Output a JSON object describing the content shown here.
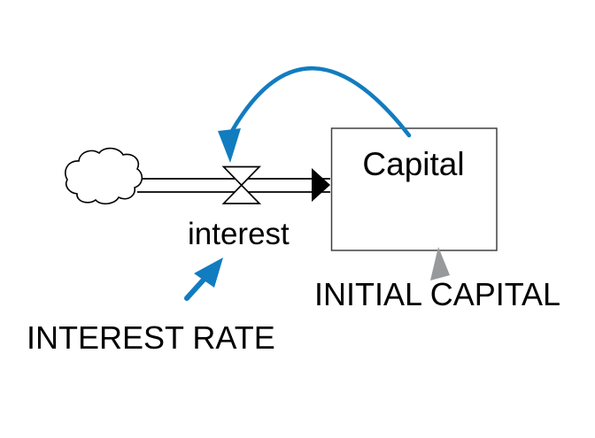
{
  "diagram": {
    "stock_label": "Capital",
    "flow_label": "interest",
    "interest_rate_label": "INTEREST RATE",
    "initial_capital_label": "INITIAL CAPITAL"
  },
  "icons": {
    "source": "cloud-icon",
    "flow_control": "valve-bowtie-icon",
    "flow_direction": "black-arrowhead-icon",
    "feedback_link": "blue-curved-arrow-icon",
    "influence_link": "blue-straight-arrow-icon",
    "initial_value_link": "gray-arrowhead-icon"
  },
  "colors": {
    "link_blue": "#127CC0",
    "initial_gray": "#97999B",
    "line_black": "#000000",
    "box_border": "#404040",
    "background": "#FFFFFF"
  }
}
